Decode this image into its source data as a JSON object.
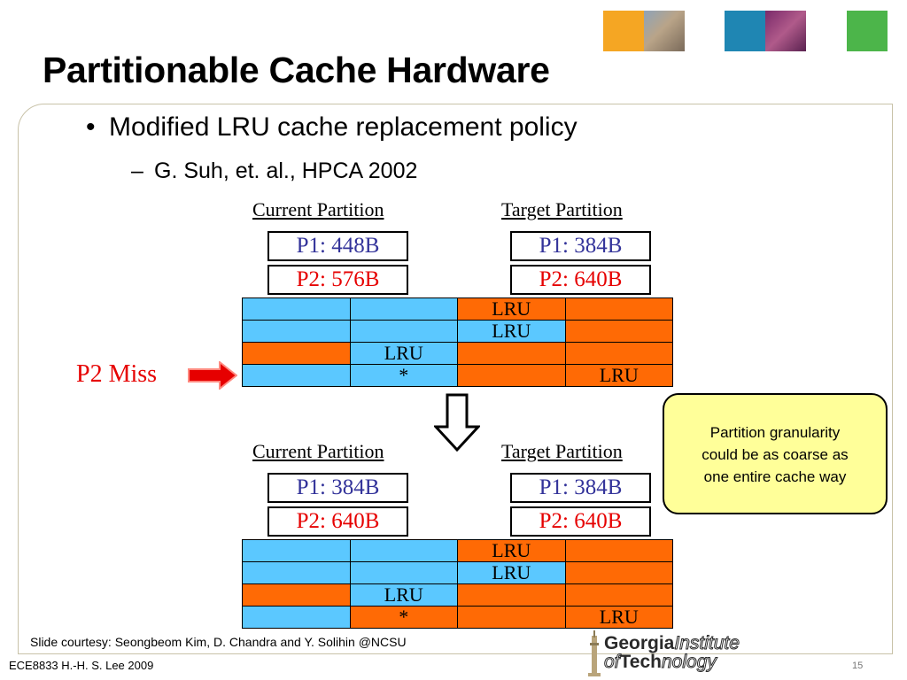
{
  "slide": {
    "title": "Partitionable Cache Hardware",
    "bullet": "Modified LRU cache replacement policy",
    "bullet_symbol": "•",
    "sub_bullet": "G. Suh, et. al., HPCA 2002",
    "sub_symbol": "–"
  },
  "top": {
    "current_header": "Current Partition",
    "target_header": "Target Partition",
    "current_p1": "P1: 448B",
    "current_p2": "P2: 576B",
    "target_p1": "P1: 384B",
    "target_p2": "P2: 640B",
    "rows": [
      [
        "",
        "",
        "LRU",
        ""
      ],
      [
        "",
        "",
        "LRU",
        ""
      ],
      [
        "",
        "LRU",
        "",
        ""
      ],
      [
        "",
        "*",
        "",
        "LRU"
      ]
    ]
  },
  "bottom": {
    "current_header": "Current Partition",
    "target_header": "Target Partition",
    "current_p1": "P1: 384B",
    "current_p2": "P2: 640B",
    "target_p1": "P1: 384B",
    "target_p2": "P2: 640B",
    "rows": [
      [
        "",
        "",
        "LRU",
        ""
      ],
      [
        "",
        "",
        "LRU",
        ""
      ],
      [
        "",
        "LRU",
        "",
        ""
      ],
      [
        "",
        "*",
        "",
        "LRU"
      ]
    ]
  },
  "miss_label": "P2 Miss",
  "callout": {
    "line1": "Partition granularity",
    "line2": "could be as coarse as",
    "line3": "one entire cache way"
  },
  "courtesy": "Slide courtesy: Seongbeom Kim, D. Chandra and Y. Solihin @NCSU",
  "footer": "ECE8833  H.-H. S. Lee  2009",
  "page_number": "15",
  "logo": {
    "word1a": "Georgia",
    "word1b": "Institute",
    "word2a": "of",
    "word2b": "Tech",
    "word2c": "nology"
  },
  "colors": {
    "p1_blue_cell": "#5bc8ff",
    "p2_orange_cell": "#ff6a05",
    "p1_text": "#33339a",
    "p2_text": "#e60000",
    "callout_bg": "#ffff99"
  }
}
